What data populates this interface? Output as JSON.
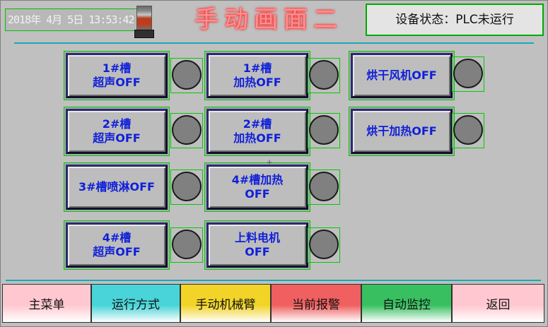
{
  "header": {
    "datetime": "2018年 4月 5日 13:53:42",
    "title": "手动画面二",
    "status": "设备状态：PLC未运行"
  },
  "controls": [
    {
      "id": "tank1-ultrasonic",
      "label": "1#槽\n超声OFF",
      "indicator": "off"
    },
    {
      "id": "tank1-heating",
      "label": "1#槽\n加热OFF",
      "indicator": "off"
    },
    {
      "id": "dryer-fan",
      "label": "烘干风机OFF",
      "indicator": "off"
    },
    {
      "id": "tank2-ultrasonic",
      "label": "2#槽\n超声OFF",
      "indicator": "off"
    },
    {
      "id": "tank2-heating",
      "label": "2#槽\n加热OFF",
      "indicator": "off"
    },
    {
      "id": "dryer-heating",
      "label": "烘干加热OFF",
      "indicator": "off"
    },
    {
      "id": "tank3-spray",
      "label": "3#槽喷淋OFF",
      "indicator": "off"
    },
    {
      "id": "tank4-heating",
      "label": "4#槽加热\nOFF",
      "indicator": "off"
    },
    {
      "id": "tank4-ultrasonic",
      "label": "4#槽\n超声OFF",
      "indicator": "off"
    },
    {
      "id": "loading-motor",
      "label": "上料电机\nOFF",
      "indicator": "off"
    }
  ],
  "nav": [
    {
      "id": "main-menu",
      "label": "主菜单",
      "color": "#ffc8d0"
    },
    {
      "id": "run-mode",
      "label": "运行方式",
      "color": "#48d4d8"
    },
    {
      "id": "manual-arm",
      "label": "手动机械臂",
      "color": "#f2d428"
    },
    {
      "id": "current-alarm",
      "label": "当前报警",
      "color": "#f06060"
    },
    {
      "id": "auto-monitor",
      "label": "自动监控",
      "color": "#38c060"
    },
    {
      "id": "back",
      "label": "返回",
      "color": "#ffc8d0"
    }
  ],
  "colors": {
    "indicator_off": "#808080",
    "button_text": "#1020d8",
    "divider": "#1aa8b8",
    "title": "#ff9090"
  }
}
